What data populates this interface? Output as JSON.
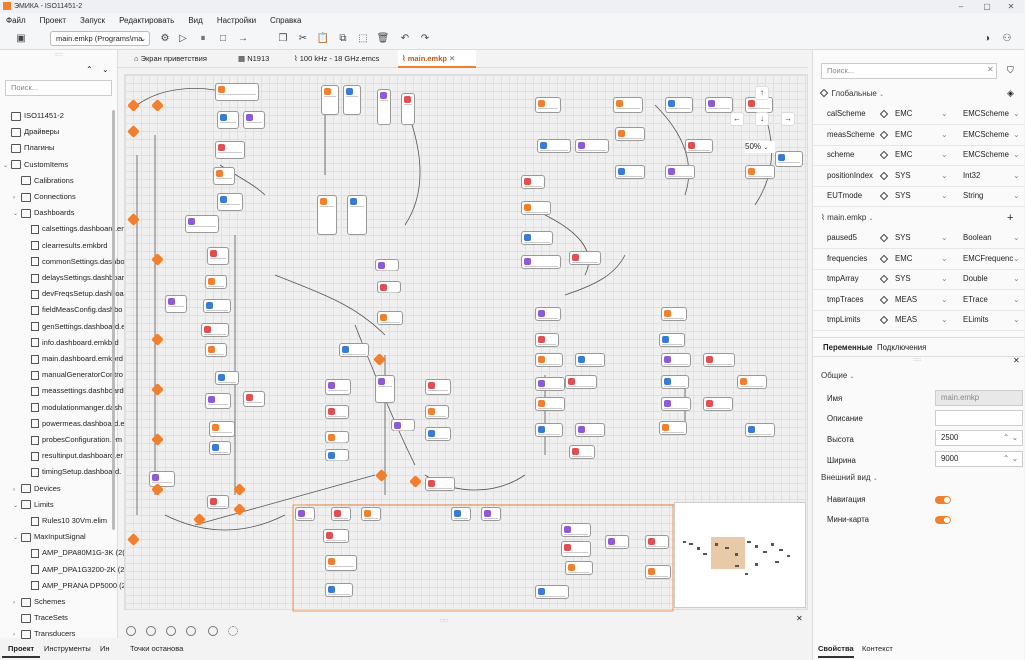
{
  "app": {
    "title": "ЭМИКА - ISO11451-2"
  },
  "menu": [
    "Файл",
    "Проект",
    "Запуск",
    "Редактировать",
    "Вид",
    "Настройки",
    "Справка"
  ],
  "toolbar": {
    "file_select": "main.emkp (Programs\\ma"
  },
  "left": {
    "search_placeholder": "Поиск...",
    "tree": [
      {
        "label": "ISO11451-2",
        "type": "root",
        "depth": 0,
        "arrow": ""
      },
      {
        "label": "Драйверы",
        "type": "folder",
        "depth": 0,
        "arrow": ""
      },
      {
        "label": "Плагины",
        "type": "folder",
        "depth": 0,
        "arrow": ""
      },
      {
        "label": "CustomItems",
        "type": "folder",
        "depth": 0,
        "arrow": "v"
      },
      {
        "label": "Calibrations",
        "type": "folder",
        "depth": 1,
        "arrow": ""
      },
      {
        "label": "Connections",
        "type": "folder",
        "depth": 1,
        "arrow": ">"
      },
      {
        "label": "Dashboards",
        "type": "folder",
        "depth": 1,
        "arrow": "v"
      },
      {
        "label": "calsettings.dashboard.em",
        "type": "doc",
        "depth": 2,
        "arrow": ""
      },
      {
        "label": "clearresults.emkbrd",
        "type": "doc",
        "depth": 2,
        "arrow": ""
      },
      {
        "label": "commonSettings.dashbo",
        "type": "doc",
        "depth": 2,
        "arrow": ""
      },
      {
        "label": "delaysSettings.dashboar",
        "type": "doc",
        "depth": 2,
        "arrow": ""
      },
      {
        "label": "devFreqsSetup.dashboar",
        "type": "doc",
        "depth": 2,
        "arrow": ""
      },
      {
        "label": "fieldMeasConfig.dashbo",
        "type": "doc",
        "depth": 2,
        "arrow": ""
      },
      {
        "label": "genSettings.dashboard.e",
        "type": "doc",
        "depth": 2,
        "arrow": ""
      },
      {
        "label": "info.dashboard.emkbrd",
        "type": "doc",
        "depth": 2,
        "arrow": ""
      },
      {
        "label": "main.dashboard.emkbrd",
        "type": "doc",
        "depth": 2,
        "arrow": ""
      },
      {
        "label": "manualGeneratorContro",
        "type": "doc",
        "depth": 2,
        "arrow": ""
      },
      {
        "label": "meassettings.dashboard",
        "type": "doc",
        "depth": 2,
        "arrow": ""
      },
      {
        "label": "modulationmanger.dash",
        "type": "doc",
        "depth": 2,
        "arrow": ""
      },
      {
        "label": "powermeas.dashboard.e",
        "type": "doc",
        "depth": 2,
        "arrow": ""
      },
      {
        "label": "probesConfiguration.em",
        "type": "doc",
        "depth": 2,
        "arrow": ""
      },
      {
        "label": "resultinput.dashboard.er",
        "type": "doc",
        "depth": 2,
        "arrow": ""
      },
      {
        "label": "timingSetup.dashboard.",
        "type": "doc",
        "depth": 2,
        "arrow": ""
      },
      {
        "label": "Devices",
        "type": "folder",
        "depth": 1,
        "arrow": ">"
      },
      {
        "label": "Limits",
        "type": "folder",
        "depth": 1,
        "arrow": "v"
      },
      {
        "label": "Rules10 30Vm.elim",
        "type": "doc",
        "depth": 2,
        "arrow": ""
      },
      {
        "label": "MaxInputSignal",
        "type": "folder",
        "depth": 1,
        "arrow": "v"
      },
      {
        "label": "AMP_DPA80M1G-3K (2(",
        "type": "doc",
        "depth": 2,
        "arrow": ""
      },
      {
        "label": "AMP_DPA1G3200-2K (2(",
        "type": "doc",
        "depth": 2,
        "arrow": ""
      },
      {
        "label": "AMP_PRANA DP5000 (2(",
        "type": "doc",
        "depth": 2,
        "arrow": ""
      },
      {
        "label": "Schemes",
        "type": "folder",
        "depth": 1,
        "arrow": ">"
      },
      {
        "label": "TraceSets",
        "type": "folder",
        "depth": 1,
        "arrow": ""
      },
      {
        "label": "Transducers",
        "type": "folder",
        "depth": 1,
        "arrow": ">"
      }
    ],
    "bottom_tabs": [
      "Проект",
      "Инструменты",
      "Ин",
      "Точки останова"
    ]
  },
  "center": {
    "tabs": [
      "Экран приветствия",
      "N1913",
      "100 kHz - 18 GHz.emcs",
      "main.emkp"
    ],
    "zoom": "50%"
  },
  "right": {
    "search_placeholder": "Поиск...",
    "global_header": "Глобальные",
    "globals": [
      {
        "name": "calScheme",
        "scope": "EMC",
        "type": "EMCScheme"
      },
      {
        "name": "measScheme",
        "scope": "EMC",
        "type": "EMCScheme"
      },
      {
        "name": "scheme",
        "scope": "EMC",
        "type": "EMCScheme"
      },
      {
        "name": "positionIndex",
        "scope": "SYS",
        "type": "Int32"
      },
      {
        "name": "EUTmode",
        "scope": "SYS",
        "type": "String"
      }
    ],
    "local_header": "main.emkp",
    "locals": [
      {
        "name": "paused5",
        "scope": "SYS",
        "type": "Boolean"
      },
      {
        "name": "frequencies",
        "scope": "EMC",
        "type": "EMCFrequenc"
      },
      {
        "name": "tmpArray",
        "scope": "SYS",
        "type": "Double"
      },
      {
        "name": "tmpTraces",
        "scope": "MEAS",
        "type": "ETrace"
      },
      {
        "name": "tmpLimits",
        "scope": "MEAS",
        "type": "ELimits"
      }
    ],
    "tabs": [
      "Переменные",
      "Подключения"
    ],
    "general_header": "Общие",
    "props": {
      "name_label": "Имя",
      "name_value": "main.emkp",
      "desc_label": "Описание",
      "desc_value": "",
      "height_label": "Высота",
      "height_value": "2500",
      "width_label": "Ширина",
      "width_value": "9000"
    },
    "appearance_header": "Внешний вид",
    "navigation_label": "Навигация",
    "minimap_label": "Мини-карта",
    "bottom_tabs": [
      "Свойства",
      "Контекст"
    ]
  },
  "colors": {
    "accent": "#f08030",
    "node_blue": "#3a7bd5",
    "node_purple": "#8e5bd6",
    "node_red": "#e05050"
  }
}
